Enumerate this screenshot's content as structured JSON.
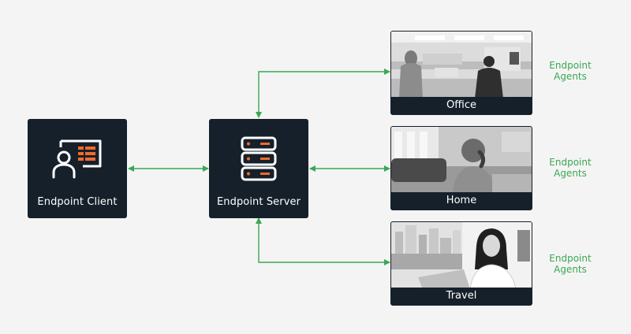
{
  "diagram": {
    "client": {
      "label": "Endpoint Client",
      "icon": "user-dashboard-icon"
    },
    "server": {
      "label": "Endpoint Server",
      "icon": "server-stack-icon"
    },
    "locations": [
      {
        "caption": "Office",
        "photo": "office-photo",
        "agent_line1": "Endpoint",
        "agent_line2": "Agents"
      },
      {
        "caption": "Home",
        "photo": "home-photo",
        "agent_line1": "Endpoint",
        "agent_line2": "Agents"
      },
      {
        "caption": "Travel",
        "photo": "travel-photo",
        "agent_line1": "Endpoint",
        "agent_line2": "Agents"
      }
    ]
  },
  "colors": {
    "node_bg": "#15202b",
    "accent": "#f26b2a",
    "connector": "#3aa754",
    "background": "#f4f4f4"
  }
}
